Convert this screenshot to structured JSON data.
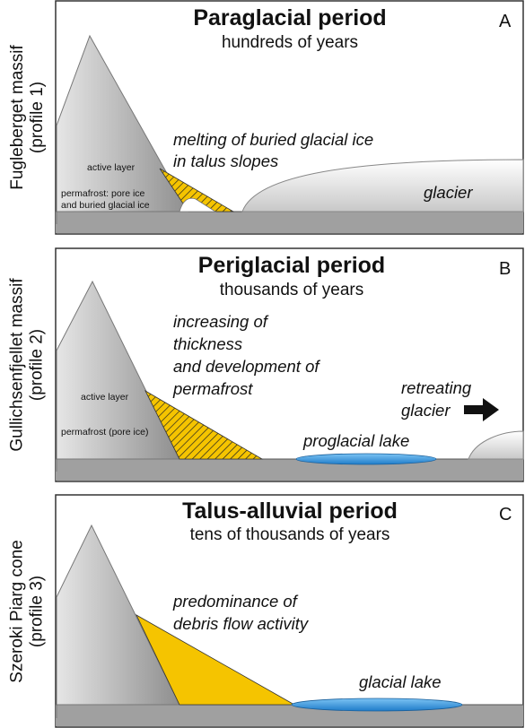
{
  "panels": [
    {
      "letter": "A",
      "title": "Paraglacial period",
      "subtitle": "hundreds of years",
      "side_label": [
        "Fugleberget massif",
        "(profile 1)"
      ],
      "annotation_lines": [
        "melting of buried glacial ice",
        "in talus slopes"
      ],
      "active_layer": "active layer",
      "permafrost_lines": [
        "permafrost: pore ice",
        "and buried glacial ice"
      ],
      "glacier": "glacier"
    },
    {
      "letter": "B",
      "title": "Periglacial period",
      "subtitle": "thousands of years",
      "side_label": [
        "Gullichsenfjellet massif",
        "(profile 2)"
      ],
      "annotation_lines": [
        "increasing of",
        "thickness",
        "and development of",
        "permafrost"
      ],
      "active_layer": "active layer",
      "permafrost": "permafrost (pore ice)",
      "retreating_lines": [
        "retreating",
        "glacier"
      ],
      "lake": "proglacial lake"
    },
    {
      "letter": "C",
      "title": "Talus-alluvial period",
      "subtitle": "tens of thousands of years",
      "side_label": [
        "Szeroki Piarg cone",
        "(profile 3)"
      ],
      "annotation_lines": [
        "predominance of",
        "debris flow activity"
      ],
      "lake": "glacial lake"
    }
  ],
  "colors": {
    "talus": "#f5c400",
    "lake": "#2a8ed8",
    "mountain_light": "#e6e6e6",
    "mountain_dark": "#8e8e8e",
    "ground": "#a0a0a0"
  }
}
